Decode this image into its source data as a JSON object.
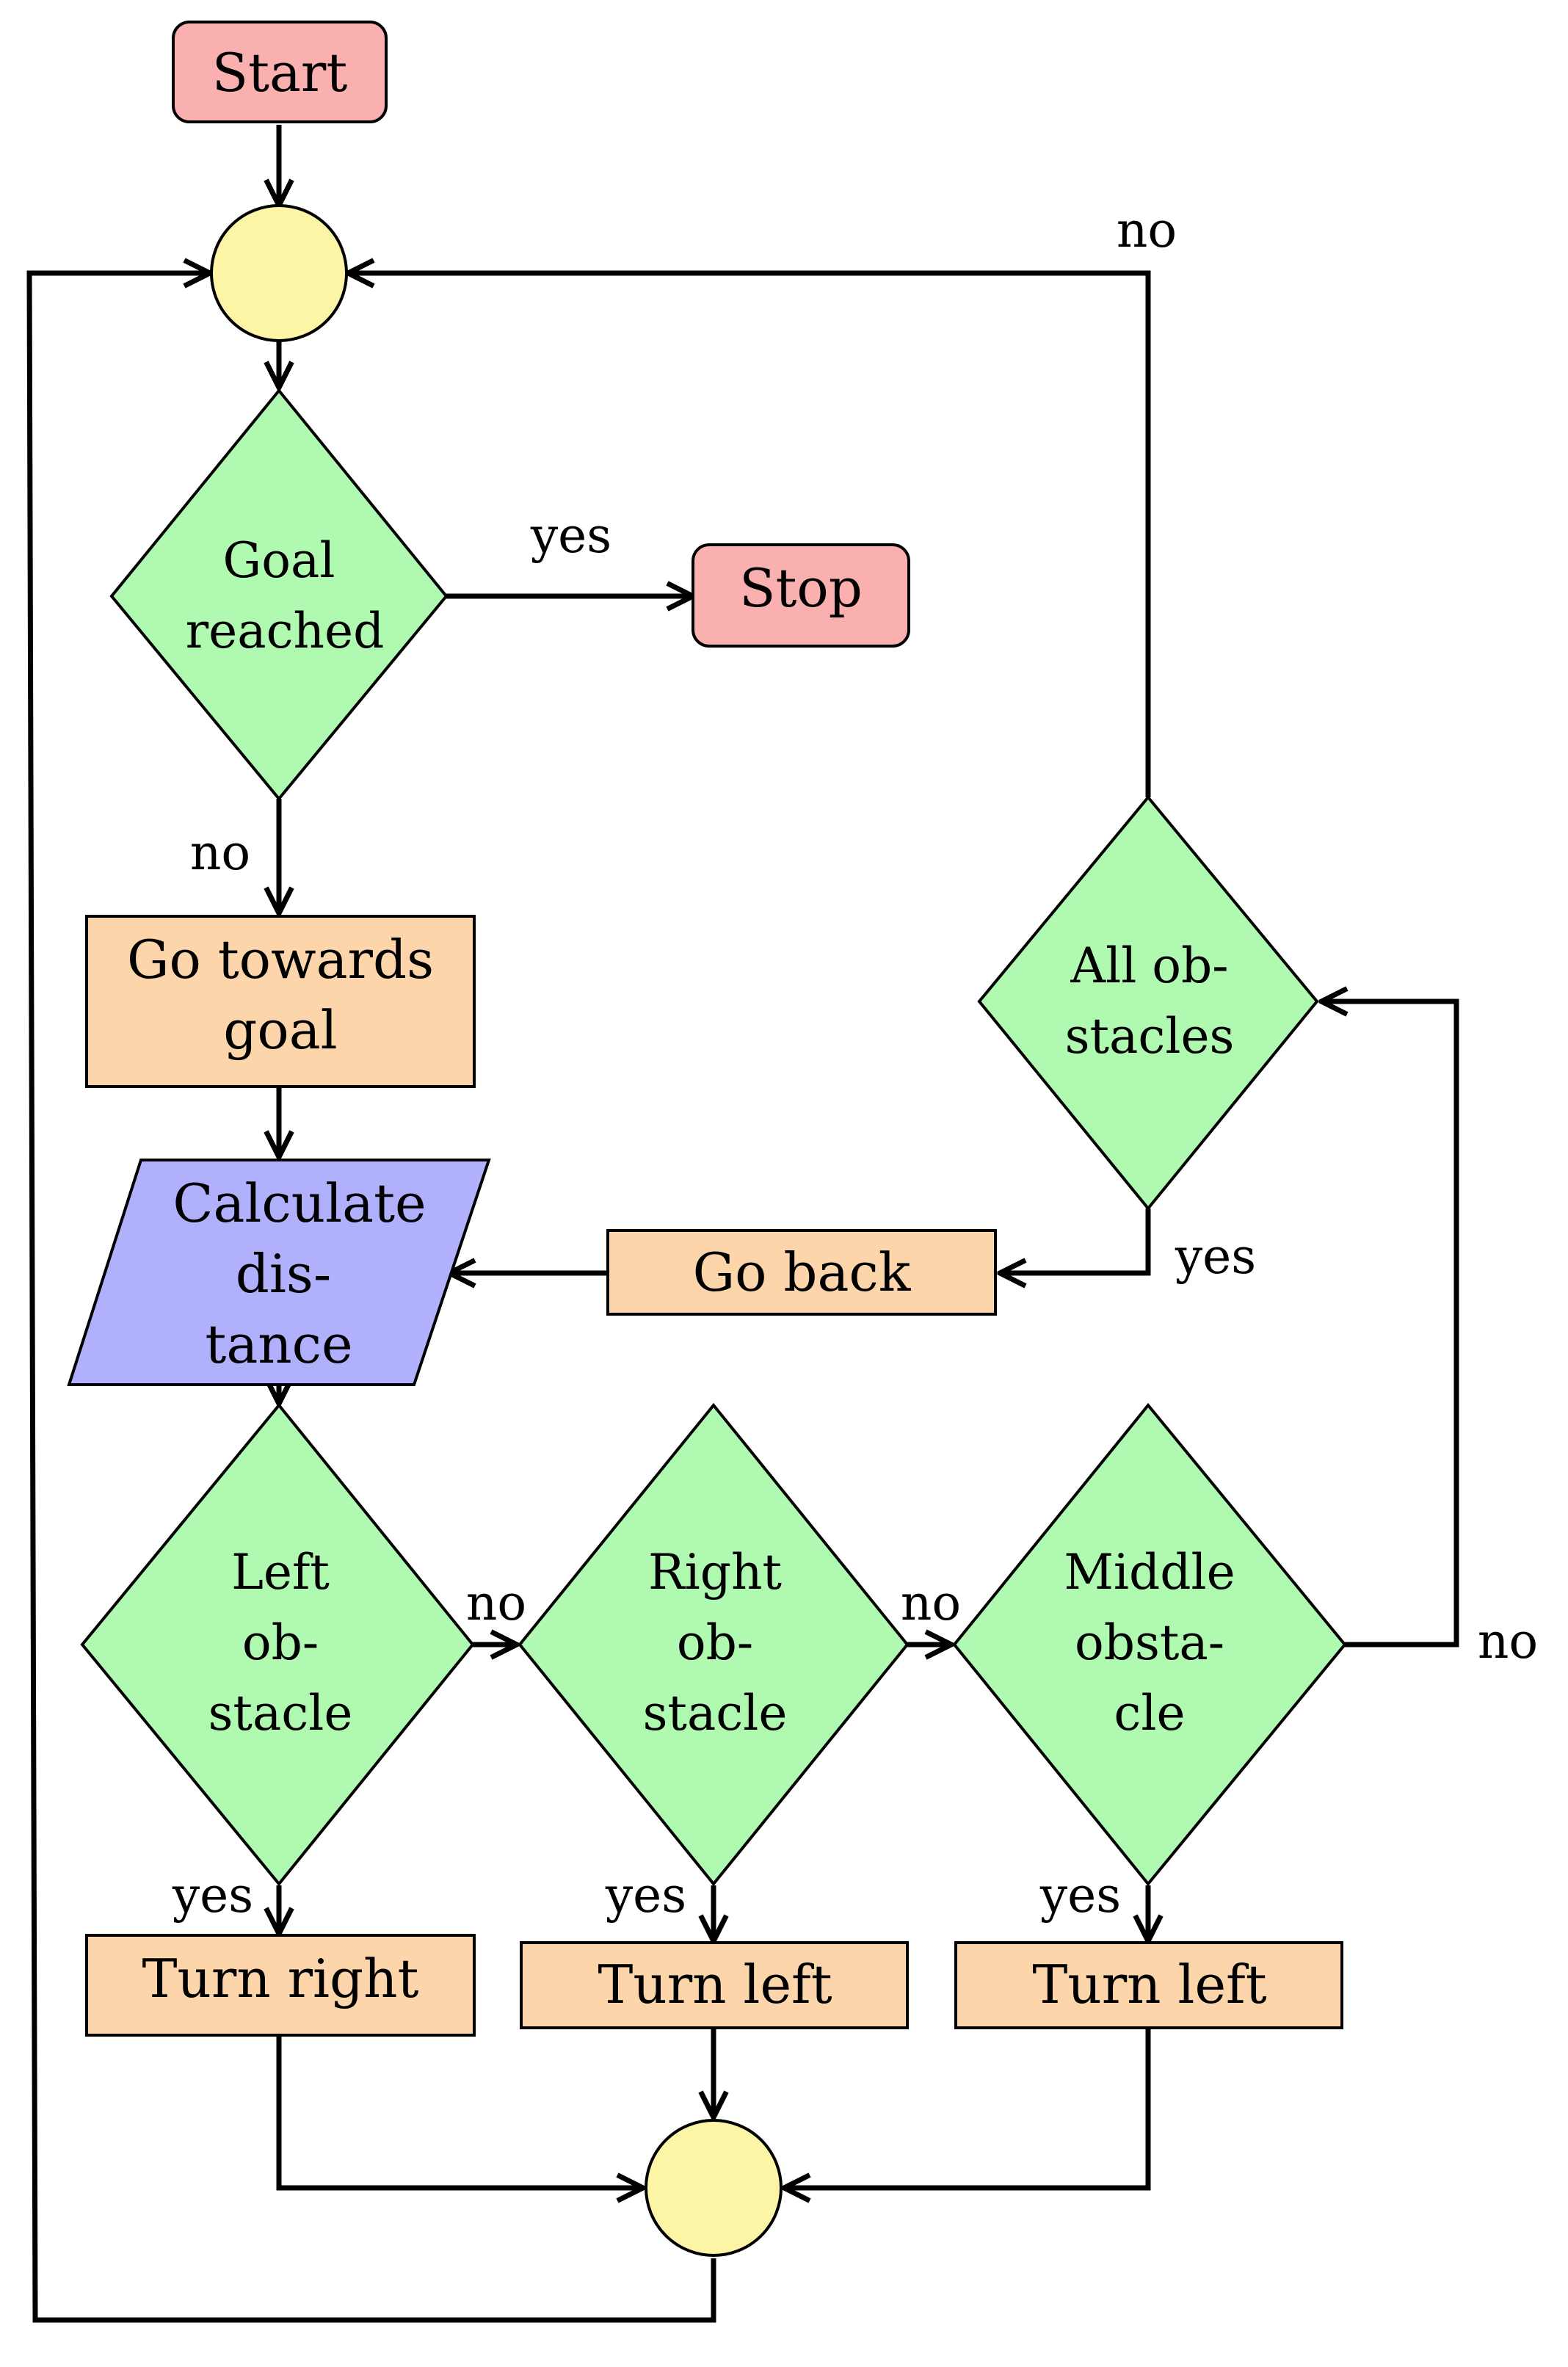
{
  "diagram": {
    "colors": {
      "terminal": "#FBB0B0",
      "connector": "#FCF5A6",
      "decision": "#B0F9B0",
      "process": "#FCD6AA",
      "io": "#B0B0FC",
      "line": "#000000"
    },
    "nodes": {
      "start": "Start",
      "stop": "Stop",
      "goal_reached": [
        "Goal",
        "reached"
      ],
      "go_towards_goal": [
        "Go towards",
        "goal"
      ],
      "calculate_distance": [
        "Calculate",
        "dis-",
        "tance"
      ],
      "left_obstacle": [
        "Left",
        "ob-",
        "stacle"
      ],
      "right_obstacle": [
        "Right",
        "ob-",
        "stacle"
      ],
      "middle_obstacle": [
        "Middle",
        "obsta-",
        "cle"
      ],
      "all_obstacles": [
        "All ob-",
        "stacles"
      ],
      "go_back": "Go back",
      "turn_right": "Turn right",
      "turn_left_1": "Turn left",
      "turn_left_2": "Turn left"
    },
    "edge_labels": {
      "goal_yes": "yes",
      "goal_no": "no",
      "all_no": "no",
      "all_yes": "yes",
      "left_no": "no",
      "right_no": "no",
      "middle_no": "no",
      "left_yes": "yes",
      "right_yes": "yes",
      "middle_yes": "yes"
    }
  }
}
